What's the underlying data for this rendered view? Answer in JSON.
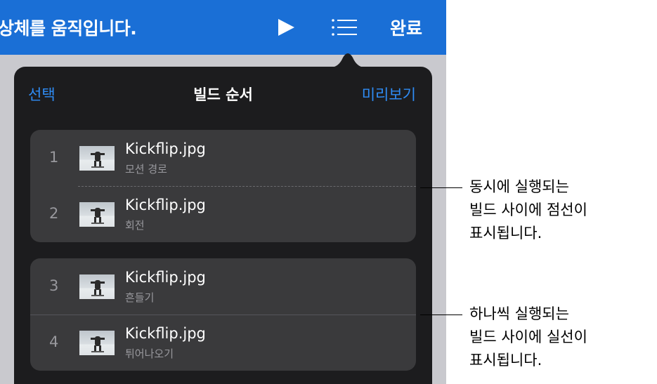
{
  "toolbar": {
    "title": "상체를 움직입니다.",
    "done_label": "완료"
  },
  "popover": {
    "select_label": "선택",
    "title": "빌드 순서",
    "preview_label": "미리보기",
    "groups": [
      {
        "rows": [
          {
            "number": "1",
            "name": "Kickflip.jpg",
            "effect": "모션 경로"
          },
          {
            "number": "2",
            "name": "Kickflip.jpg",
            "effect": "회전"
          }
        ]
      },
      {
        "rows": [
          {
            "number": "3",
            "name": "Kickflip.jpg",
            "effect": "흔들기"
          },
          {
            "number": "4",
            "name": "Kickflip.jpg",
            "effect": "튀어나오기"
          }
        ]
      }
    ]
  },
  "callouts": [
    {
      "lines": [
        "동시에 실행되는",
        "빌드 사이에 점선이",
        "표시됩니다."
      ]
    },
    {
      "lines": [
        "하나씩 실행되는",
        "빌드 사이에 실선이",
        "표시됩니다."
      ]
    }
  ],
  "colors": {
    "toolbar_blue": "#1a6fd6",
    "accent_blue": "#2f8cf5",
    "popover_bg": "#1c1c1e",
    "group_bg": "#3a3a3c"
  },
  "icons": {
    "play": "play-icon",
    "list": "list-icon"
  }
}
